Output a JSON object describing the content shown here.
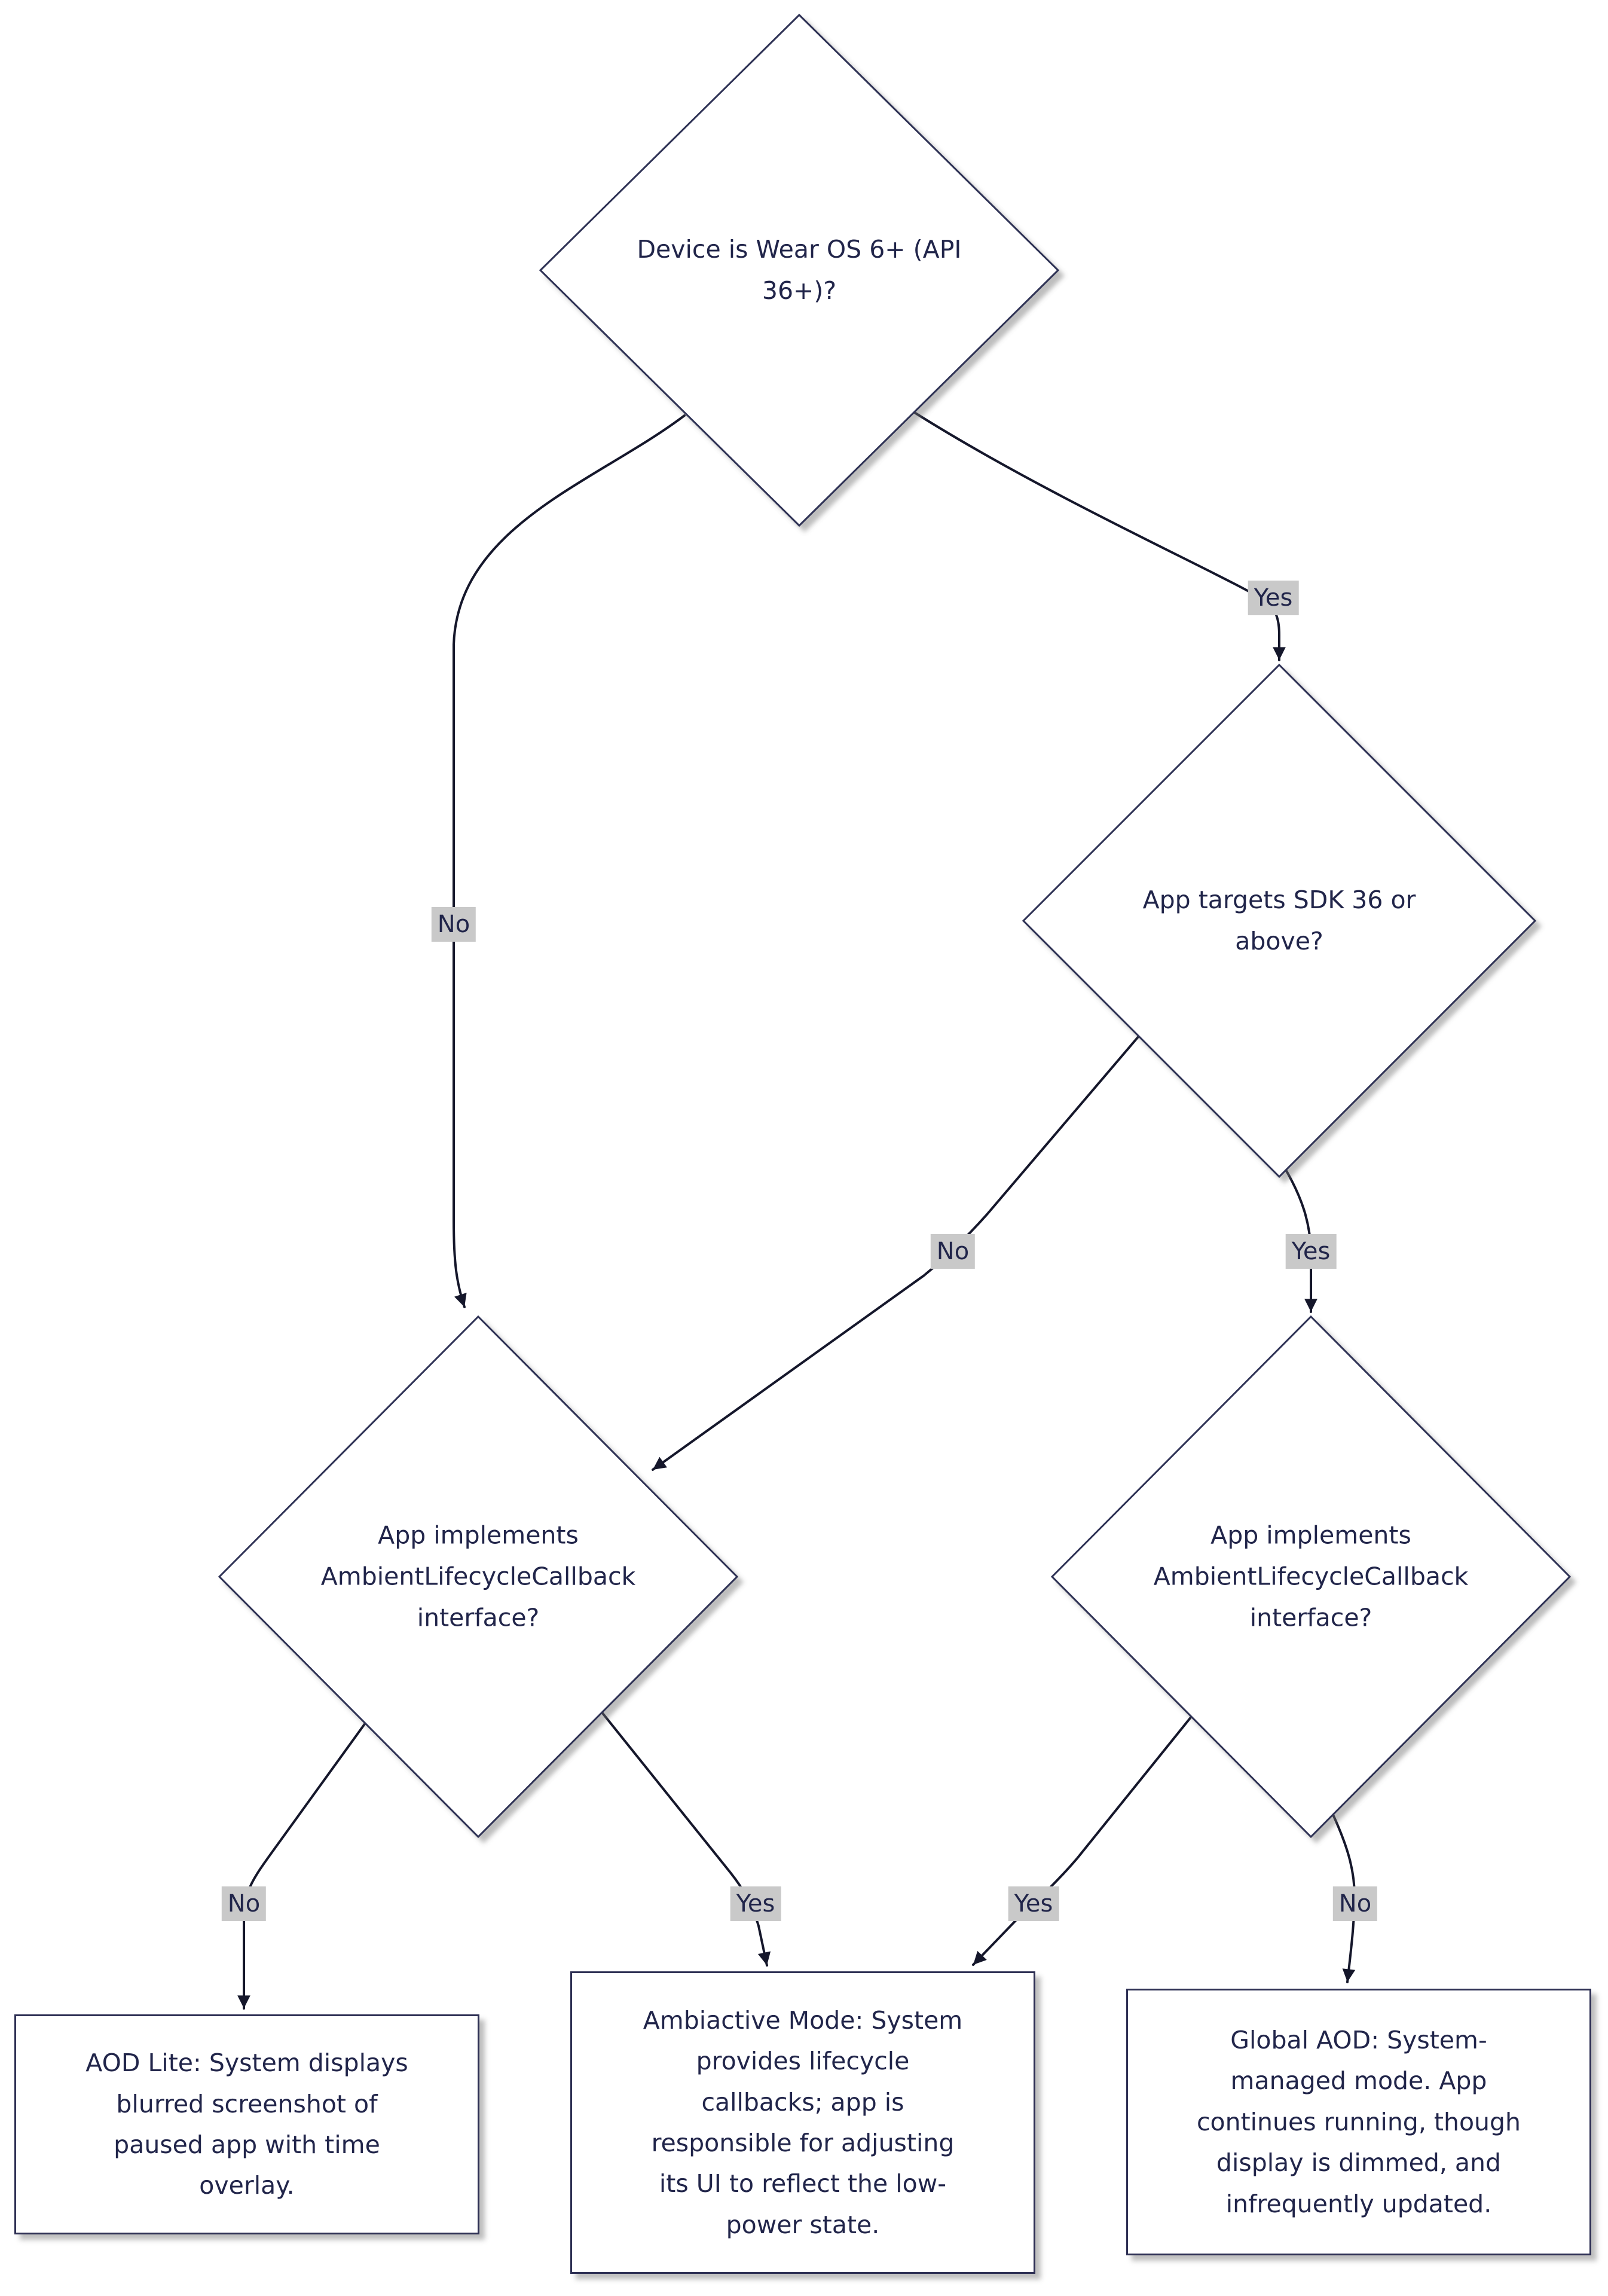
{
  "diagram": {
    "type": "flowchart",
    "background": "#ffffff",
    "colors": {
      "node_border": "#2e3054",
      "node_fill": "#ffffff",
      "text": "#21254a",
      "edge": "#15172b",
      "edge_label_bg": "#c9c9c9"
    },
    "nodes": [
      {
        "id": "device-check",
        "shape": "diamond",
        "label": "Device is Wear OS 6+ (API\n36+)?"
      },
      {
        "id": "sdk-check",
        "shape": "diamond",
        "label": "App targets SDK 36 or\nabove?"
      },
      {
        "id": "ambient-check-left",
        "shape": "diamond",
        "label": "App implements\nAmbientLifecycleCallback\ninterface?"
      },
      {
        "id": "ambient-check-right",
        "shape": "diamond",
        "label": "App implements\nAmbientLifecycleCallback\ninterface?"
      },
      {
        "id": "aod-lite",
        "shape": "rect",
        "label": "AOD Lite: System displays\nblurred screenshot of\npaused app with time\noverlay."
      },
      {
        "id": "ambiactive",
        "shape": "rect",
        "label": "Ambiactive Mode: System\nprovides lifecycle\ncallbacks; app is\nresponsible for adjusting\nits UI to reflect the low-\npower state."
      },
      {
        "id": "global-aod",
        "shape": "rect",
        "label": "Global AOD: System-\nmanaged mode. App\ncontinues running, though\ndisplay is dimmed, and\ninfrequently updated."
      }
    ],
    "edges": [
      {
        "from": "device-check",
        "to": "sdk-check",
        "label": "Yes"
      },
      {
        "from": "device-check",
        "to": "ambient-check-left",
        "label": "No"
      },
      {
        "from": "sdk-check",
        "to": "ambient-check-left",
        "label": "No"
      },
      {
        "from": "sdk-check",
        "to": "ambient-check-right",
        "label": "Yes"
      },
      {
        "from": "ambient-check-left",
        "to": "aod-lite",
        "label": "No"
      },
      {
        "from": "ambient-check-left",
        "to": "ambiactive",
        "label": "Yes"
      },
      {
        "from": "ambient-check-right",
        "to": "ambiactive",
        "label": "Yes"
      },
      {
        "from": "ambient-check-right",
        "to": "global-aod",
        "label": "No"
      }
    ]
  }
}
